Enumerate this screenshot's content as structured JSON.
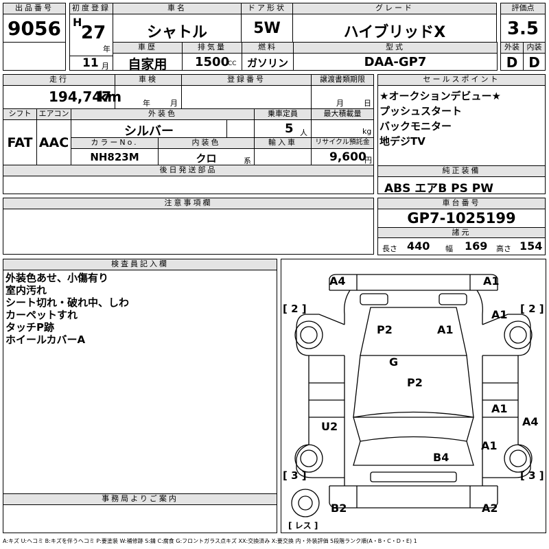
{
  "header": {
    "lot_label": "出品番号",
    "lot": "9056",
    "first_reg_label": "初度登録",
    "era": "H",
    "year": "27",
    "year_unit": "年",
    "month": "11",
    "month_unit": "月",
    "car_name_label": "車名",
    "car_name": "シャトル",
    "door_label": "ドア形状",
    "door": "5W",
    "grade_label": "グレード",
    "grade": "ハイブリッドX",
    "score_label": "評価点",
    "score": "3.5",
    "history_label": "車歴",
    "history": "自家用",
    "displacement_label": "排気量",
    "displacement": "1500",
    "displacement_unit": "CC",
    "fuel_label": "燃料",
    "fuel": "ガソリン",
    "model_label": "型式",
    "model": "DAA-GP7",
    "exterior_label": "外装",
    "exterior": "D",
    "interior_label": "内装",
    "interior": "D"
  },
  "row2": {
    "mileage_label": "走行",
    "mileage": "194,747",
    "mileage_unit": "km",
    "inspection_label": "車検",
    "inspection_year_unit": "年",
    "inspection_month_unit": "月",
    "registration_label": "登録番号",
    "transfer_label": "譲渡書類期限",
    "transfer_month_unit": "月",
    "transfer_day_unit": "日",
    "shift_label": "シフト",
    "shift": "FAT",
    "ac_label": "エアコン",
    "ac": "AAC",
    "ext_color_label": "外装色",
    "ext_color": "シルバー",
    "capacity_label": "乗車定員",
    "capacity": "5",
    "capacity_unit": "人",
    "load_label": "最大積載量",
    "load_unit": "kg",
    "color_no_label": "カラーNo.",
    "color_no": "NH823M",
    "int_color_label": "内装色",
    "int_color": "クロ",
    "int_color_unit": "系",
    "import_label": "輸入車",
    "recycle_label": "リサイクル預託金",
    "recycle": "9,600",
    "recycle_unit": "円"
  },
  "later_parts_label": "後日発送部品",
  "notes_label": "注意事項欄",
  "sales_points": {
    "label": "セールスポイント",
    "items": [
      "★オークションデビュー★",
      "プッシュスタート",
      "バックモニター",
      "地デジTV"
    ]
  },
  "genuine": {
    "label": "純正装備",
    "items": "ABS エアB PS PW"
  },
  "chassis": {
    "label": "車台番号",
    "value": "GP7-1025199"
  },
  "specs": {
    "label": "諸元",
    "length_label": "長さ",
    "length": "440",
    "width_label": "幅",
    "width": "169",
    "height_label": "高さ",
    "height": "154"
  },
  "inspector": {
    "label": "検査員記入欄",
    "lines": [
      "外装色あせ、小傷有り",
      "室内汚れ",
      "シート切れ・破れ中、しわ",
      "カーペットすれ",
      "タッチP跡",
      "ホイールカバーA"
    ]
  },
  "office": {
    "label": "事務局よりご案内"
  },
  "diagram": {
    "marks": [
      "A4",
      "A1",
      "A1",
      "P2",
      "A1",
      "G",
      "P2",
      "A1",
      "U2",
      "A4",
      "A1",
      "B4",
      "B2",
      "A2"
    ],
    "tires": [
      "[ 2 ]",
      "[ 2 ]",
      "[ 3 ]",
      "[ 3 ]"
    ],
    "spare": "[ レス ]"
  },
  "legend": "A:キズ U:ヘコミ B:キズを伴うヘコミ P:要塗装 W:補修跡 S:錆 C:腐食 G:フロントガラス点キズ XX:交換済み X:要交換 内・外装評価 5段階ランク順(A・B・C・D・E) 1"
}
